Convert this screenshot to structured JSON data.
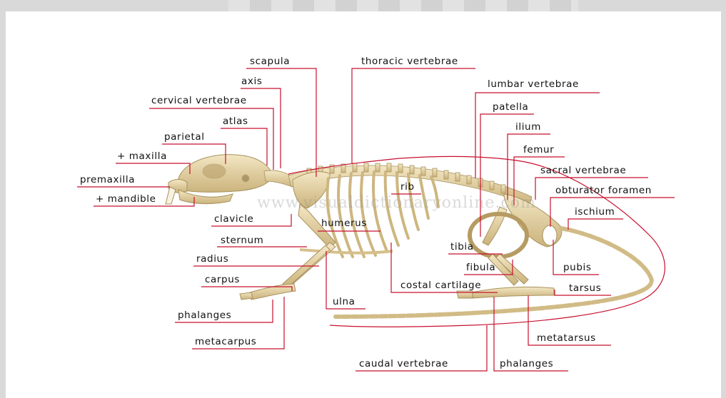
{
  "labels": {
    "scapula": "scapula",
    "thoracic_vertebrae": "thoracic vertebrae",
    "axis": "axis",
    "lumbar_vertebrae": "lumbar vertebrae",
    "cervical_vertebrae": "cervical vertebrae",
    "patella": "patella",
    "atlas": "atlas",
    "ilium": "ilium",
    "parietal": "parietal",
    "femur": "femur",
    "maxilla": "+ maxilla",
    "sacral_vertebrae": "sacral vertebrae",
    "premaxilla": "premaxilla",
    "obturator_foramen": "obturator foramen",
    "mandible": "+ mandible",
    "rib": "rib",
    "ischium": "ischium",
    "clavicle": "clavicle",
    "humerus": "humerus",
    "sternum": "sternum",
    "tibia": "tibia",
    "radius": "radius",
    "fibula": "fibula",
    "pubis": "pubis",
    "carpus": "carpus",
    "costal_cartilage": "costal cartilage",
    "tarsus": "tarsus",
    "ulna": "ulna",
    "phalanges_fore": "phalanges",
    "metacarpus": "metacarpus",
    "metatarsus": "metatarsus",
    "caudal_vertebrae": "caudal vertebrae",
    "phalanges_hind": "phalanges"
  },
  "watermark": "www.visualdictionaryonline.com",
  "colors": {
    "leader": "#c8102e",
    "bone": "#e8d9ae",
    "bone_shade": "#c9b27a"
  }
}
